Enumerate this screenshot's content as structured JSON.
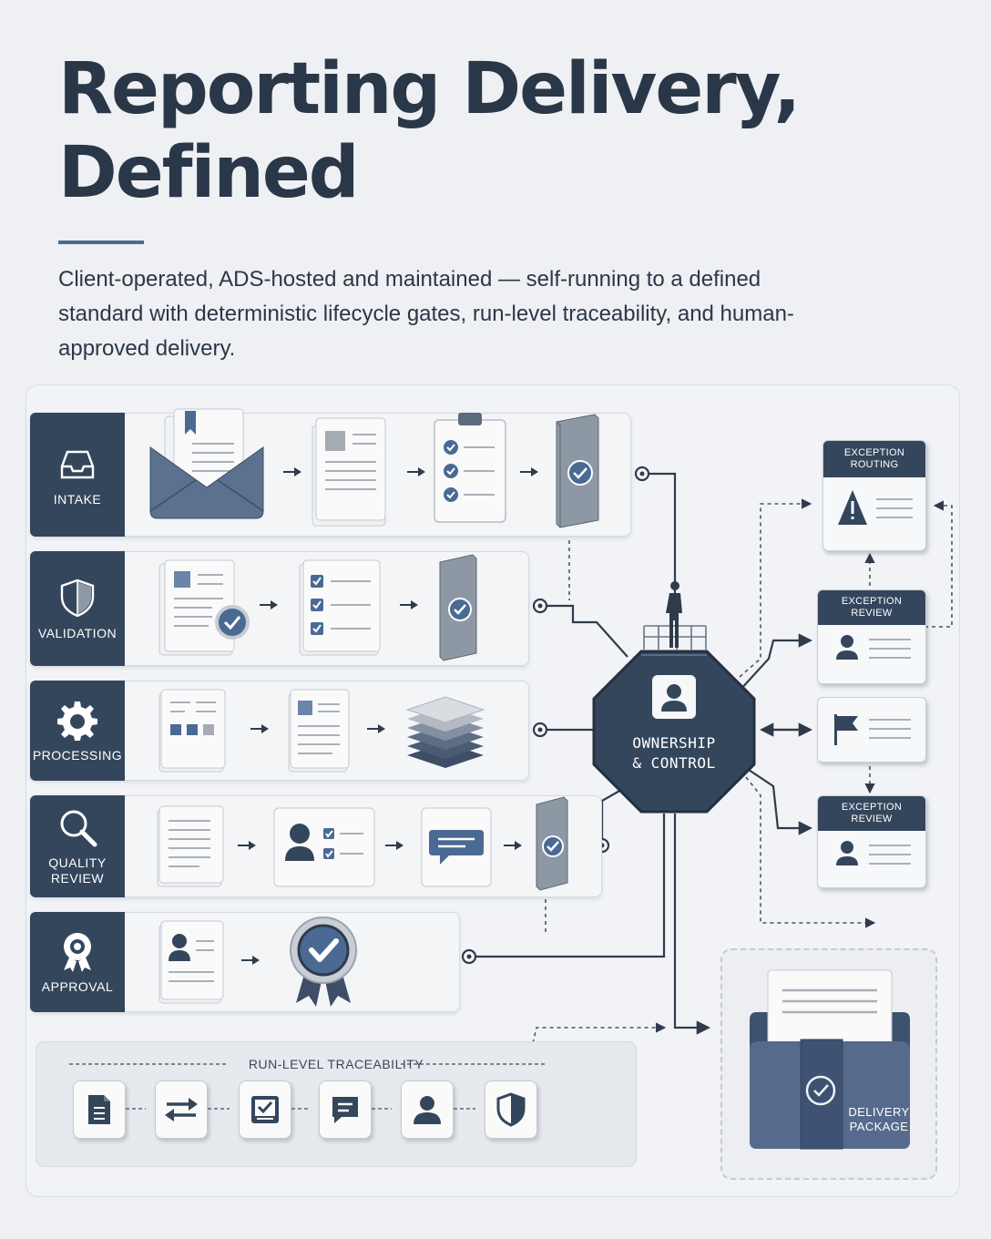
{
  "header": {
    "title": "Reporting Delivery, Defined",
    "subtitle": "Client-operated, ADS-hosted and maintained — self-running to a defined standard with deterministic lifecycle gates, run-level traceability, and human-approved delivery."
  },
  "lanes": [
    {
      "label": "INTAKE",
      "icon": "inbox-icon"
    },
    {
      "label": "VALIDATION",
      "icon": "shield-icon"
    },
    {
      "label": "PROCESSING",
      "icon": "gear-icon"
    },
    {
      "label": "QUALITY\nREVIEW",
      "icon": "magnifier-icon"
    },
    {
      "label": "APPROVAL",
      "icon": "award-icon"
    }
  ],
  "hub": {
    "label": "OWNERSHIP\n& CONTROL",
    "icon": "person-icon"
  },
  "exceptions": {
    "routing": "EXCEPTION\nROUTING",
    "review_1": "EXCEPTION\nREVIEW",
    "review_2": "EXCEPTION\nREVIEW"
  },
  "traceability": {
    "title": "RUN-LEVEL TRACEABILITY",
    "icons": [
      "document-icon",
      "swap-arrows-icon",
      "checkbox-icon",
      "chat-bubble-icon",
      "person-icon",
      "shield-icon"
    ]
  },
  "delivery": {
    "label": "DELIVERY\nPACKAGE"
  },
  "colors": {
    "navy": "#34465c",
    "accent": "#4a6a94",
    "slate": "#6a7a90",
    "line": "#2f3b4b"
  }
}
